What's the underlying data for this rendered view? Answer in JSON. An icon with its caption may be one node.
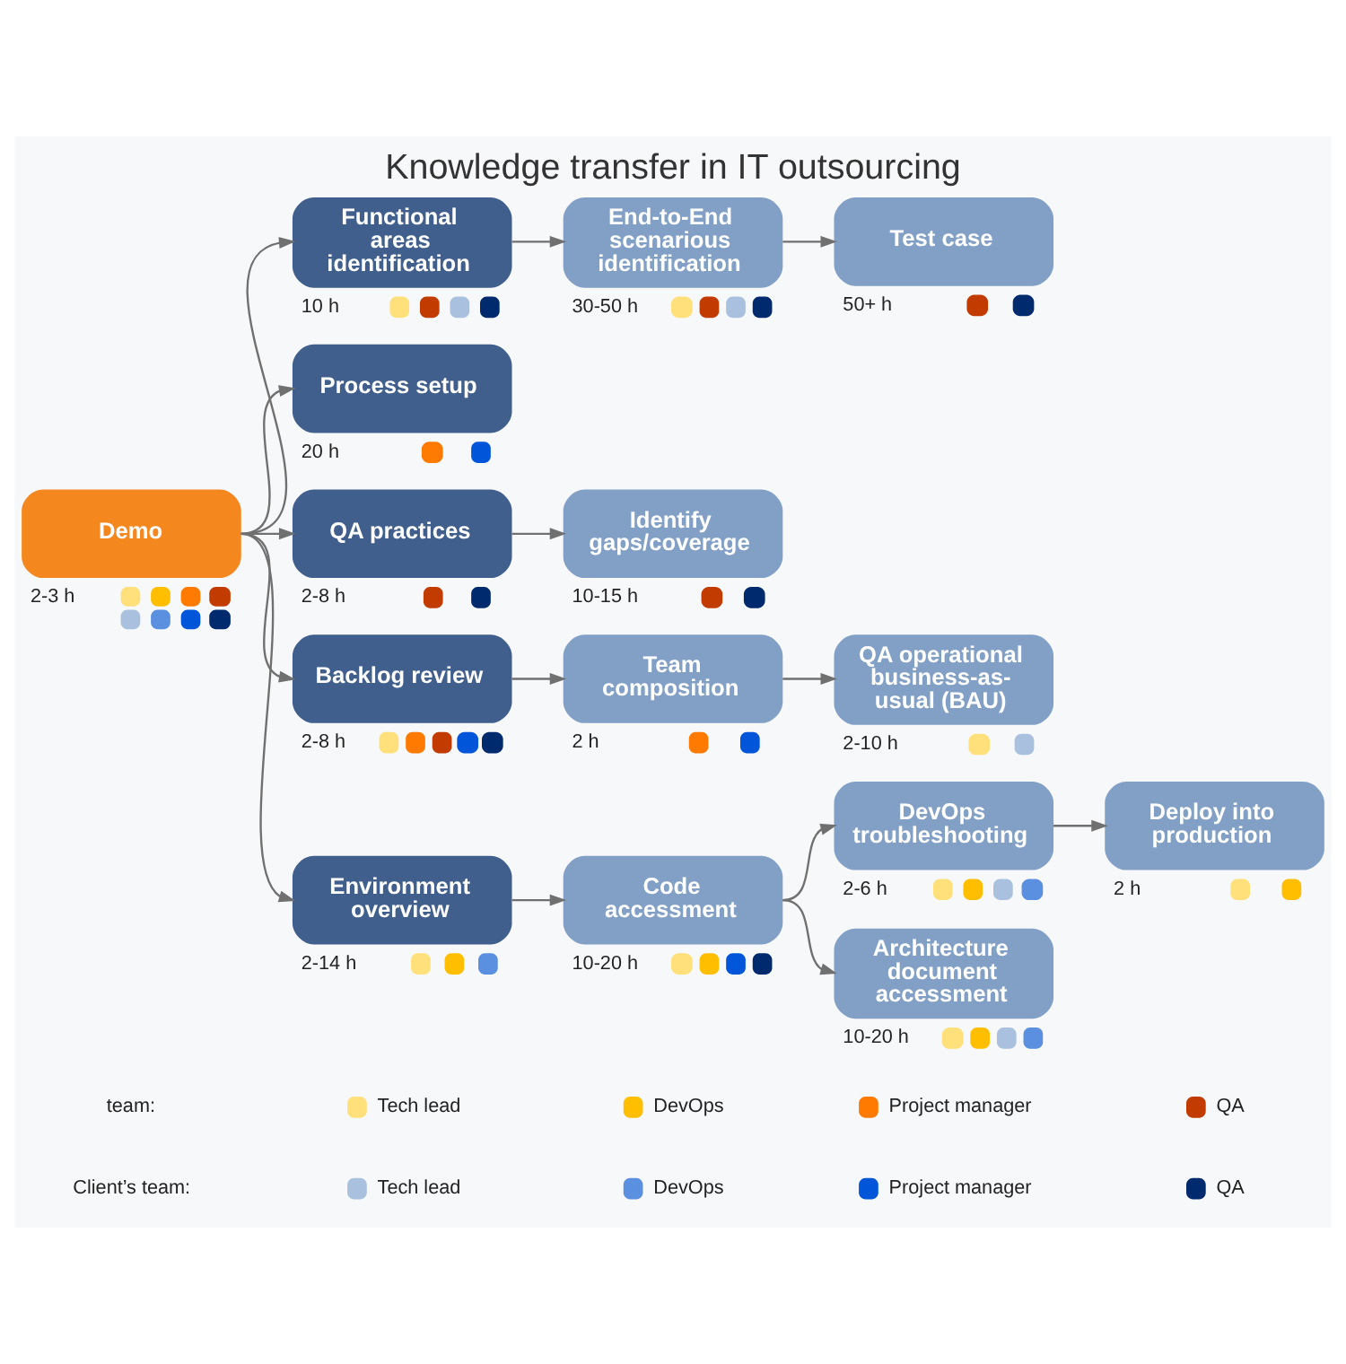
{
  "diagram": {
    "title": "Knowledge transfer in IT outsourcing",
    "nodes": [
      {
        "text": [
          "Demo"
        ],
        "beside": [
          "2-3 h"
        ]
      },
      {
        "text": [
          "Functional areas identification"
        ],
        "beside": [
          "10 h"
        ]
      },
      {
        "text": [
          "End-to-End scenarious identification"
        ],
        "beside": [
          "30-50 h"
        ]
      },
      {
        "text": [
          "Test case"
        ],
        "beside": [
          "50+ h"
        ]
      },
      {
        "text": [
          "Process setup"
        ],
        "beside": [
          "20 h"
        ]
      },
      {
        "text": [
          "QA practices"
        ],
        "beside": [
          "2-8 h"
        ]
      },
      {
        "text": [
          "Identify gaps/coverage"
        ],
        "beside": [
          "10-15 h"
        ]
      },
      {
        "text": [
          "Backlog review"
        ],
        "beside": [
          "2-8 h"
        ]
      },
      {
        "text": [
          "Team composition"
        ],
        "beside": [
          "2 h"
        ]
      },
      {
        "text": [
          "QA operational business-as-usual (BAU)"
        ],
        "beside": [
          "2-10 h"
        ]
      },
      {
        "text": [
          "Environment overview"
        ],
        "beside": [
          "2-14 h"
        ]
      },
      {
        "text": [
          "Code accessment"
        ],
        "beside": [
          "10-20 h"
        ]
      },
      {
        "text": [
          "DevOps troubleshooting"
        ],
        "beside": [
          "2-6 h"
        ]
      },
      {
        "text": [
          "Deploy into production"
        ],
        "beside": [
          "2 h"
        ]
      },
      {
        "text": [
          "Architecture document accessment"
        ],
        "beside": [
          "10-20 h"
        ]
      }
    ],
    "edges": [
      {
        "from": 0,
        "to": 1,
        "arrow": "to"
      },
      {
        "from": 0,
        "to": 4,
        "arrow": "to"
      },
      {
        "from": 0,
        "to": 5,
        "arrow": "to"
      },
      {
        "from": 0,
        "to": 7,
        "arrow": "to"
      },
      {
        "from": 0,
        "to": 10,
        "arrow": "to"
      },
      {
        "from": 1,
        "to": 2,
        "arrow": "to"
      },
      {
        "from": 2,
        "to": 3,
        "arrow": "to"
      },
      {
        "from": 5,
        "to": 6,
        "arrow": "to"
      },
      {
        "from": 7,
        "to": 8,
        "arrow": "to"
      },
      {
        "from": 8,
        "to": 9,
        "arrow": "to"
      },
      {
        "from": 10,
        "to": 11,
        "arrow": "to"
      },
      {
        "from": 11,
        "to": 12,
        "arrow": "to"
      },
      {
        "from": 11,
        "to": 14,
        "arrow": "to"
      },
      {
        "from": 12,
        "to": 13,
        "arrow": "to"
      }
    ],
    "labels": [
      "team:",
      "Client’s team:"
    ],
    "legend": [
      {
        "text": "Tech lead",
        "color": "#ffe07a"
      },
      {
        "text": "DevOps",
        "color": "#ffbf00"
      },
      {
        "text": "Project manager",
        "color": "#ff7a00"
      },
      {
        "text": "QA",
        "color": "#c23b00"
      },
      {
        "text": "Tech lead",
        "color": "#a9c1de"
      },
      {
        "text": "DevOps",
        "color": "#5b8fe0"
      },
      {
        "text": "Project manager",
        "color": "#0055d9"
      },
      {
        "text": "QA",
        "color": "#002a6e"
      }
    ]
  }
}
